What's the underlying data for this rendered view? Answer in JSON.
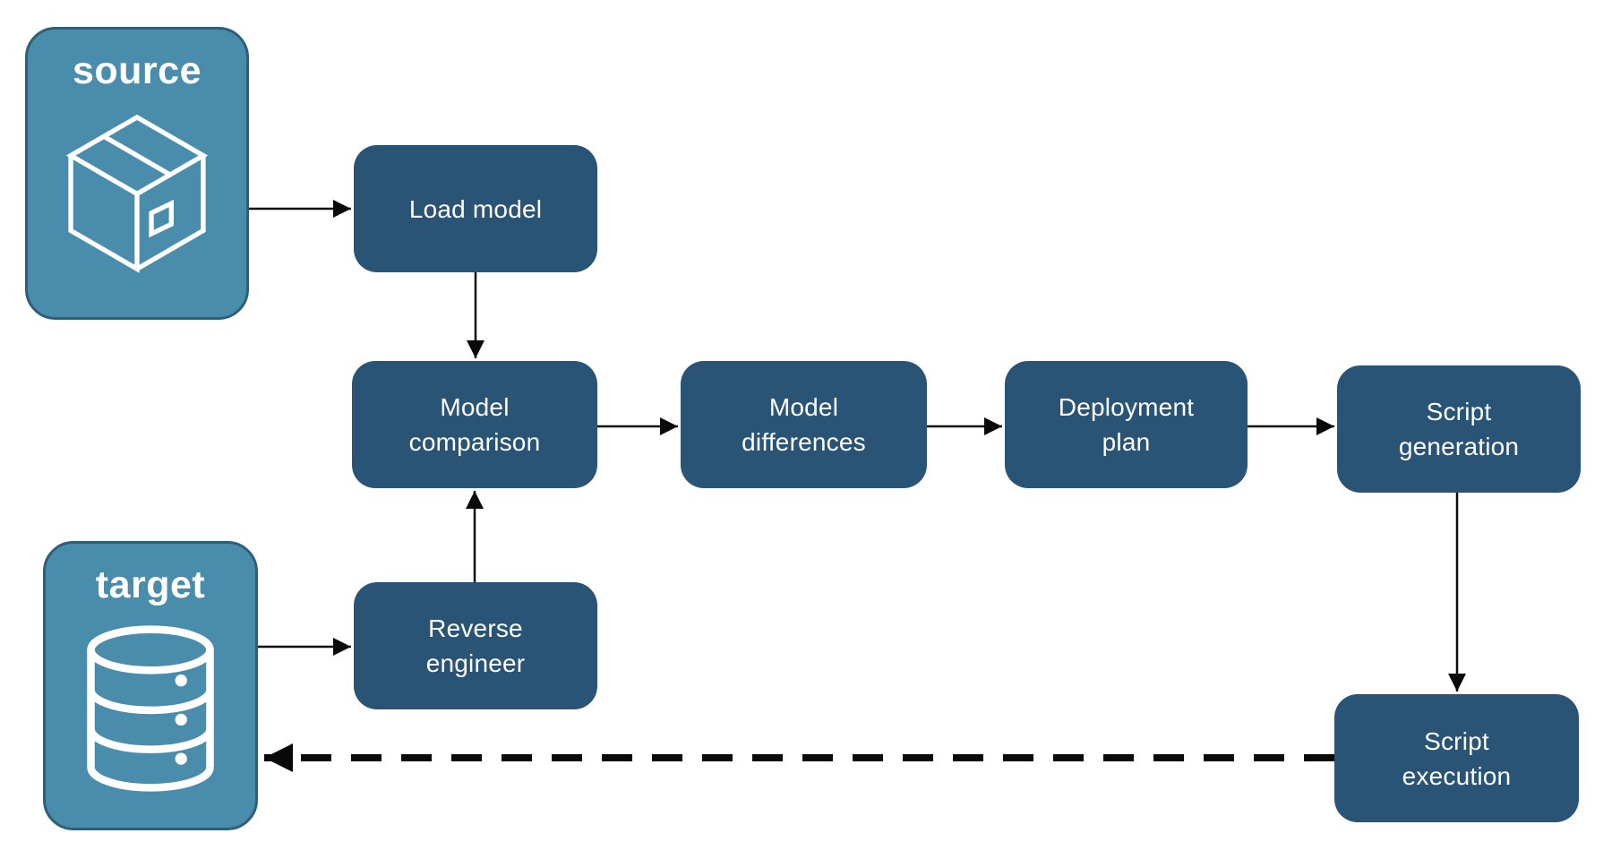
{
  "diagram": {
    "endpoints": {
      "source": {
        "label": "source",
        "icon": "package-icon"
      },
      "target": {
        "label": "target",
        "icon": "database-icon"
      }
    },
    "steps": [
      {
        "id": "load-model",
        "label": "Load model"
      },
      {
        "id": "model-comparison",
        "label": "Model comparison"
      },
      {
        "id": "model-differences",
        "label": "Model differences"
      },
      {
        "id": "deployment-plan",
        "label": "Deployment plan"
      },
      {
        "id": "script-generation",
        "label": "Script generation"
      },
      {
        "id": "reverse-engineer",
        "label": "Reverse engineer"
      },
      {
        "id": "script-execution",
        "label": "Script execution"
      }
    ],
    "edges": [
      {
        "from": "source",
        "to": "load-model",
        "style": "solid"
      },
      {
        "from": "load-model",
        "to": "model-comparison",
        "style": "solid"
      },
      {
        "from": "model-comparison",
        "to": "model-differences",
        "style": "solid"
      },
      {
        "from": "model-differences",
        "to": "deployment-plan",
        "style": "solid"
      },
      {
        "from": "deployment-plan",
        "to": "script-generation",
        "style": "solid"
      },
      {
        "from": "script-generation",
        "to": "script-execution",
        "style": "solid"
      },
      {
        "from": "target",
        "to": "reverse-engineer",
        "style": "solid"
      },
      {
        "from": "reverse-engineer",
        "to": "model-comparison",
        "style": "solid"
      },
      {
        "from": "script-execution",
        "to": "target",
        "style": "dashed"
      }
    ]
  },
  "colors": {
    "node_fill": "#2A5475",
    "node_text": "#FFFFFF",
    "endpoint_fill": "#4A8CAC",
    "endpoint_border": "#2E5F79",
    "arrow": "#0A0A0A",
    "background": "#FFFFFF"
  }
}
